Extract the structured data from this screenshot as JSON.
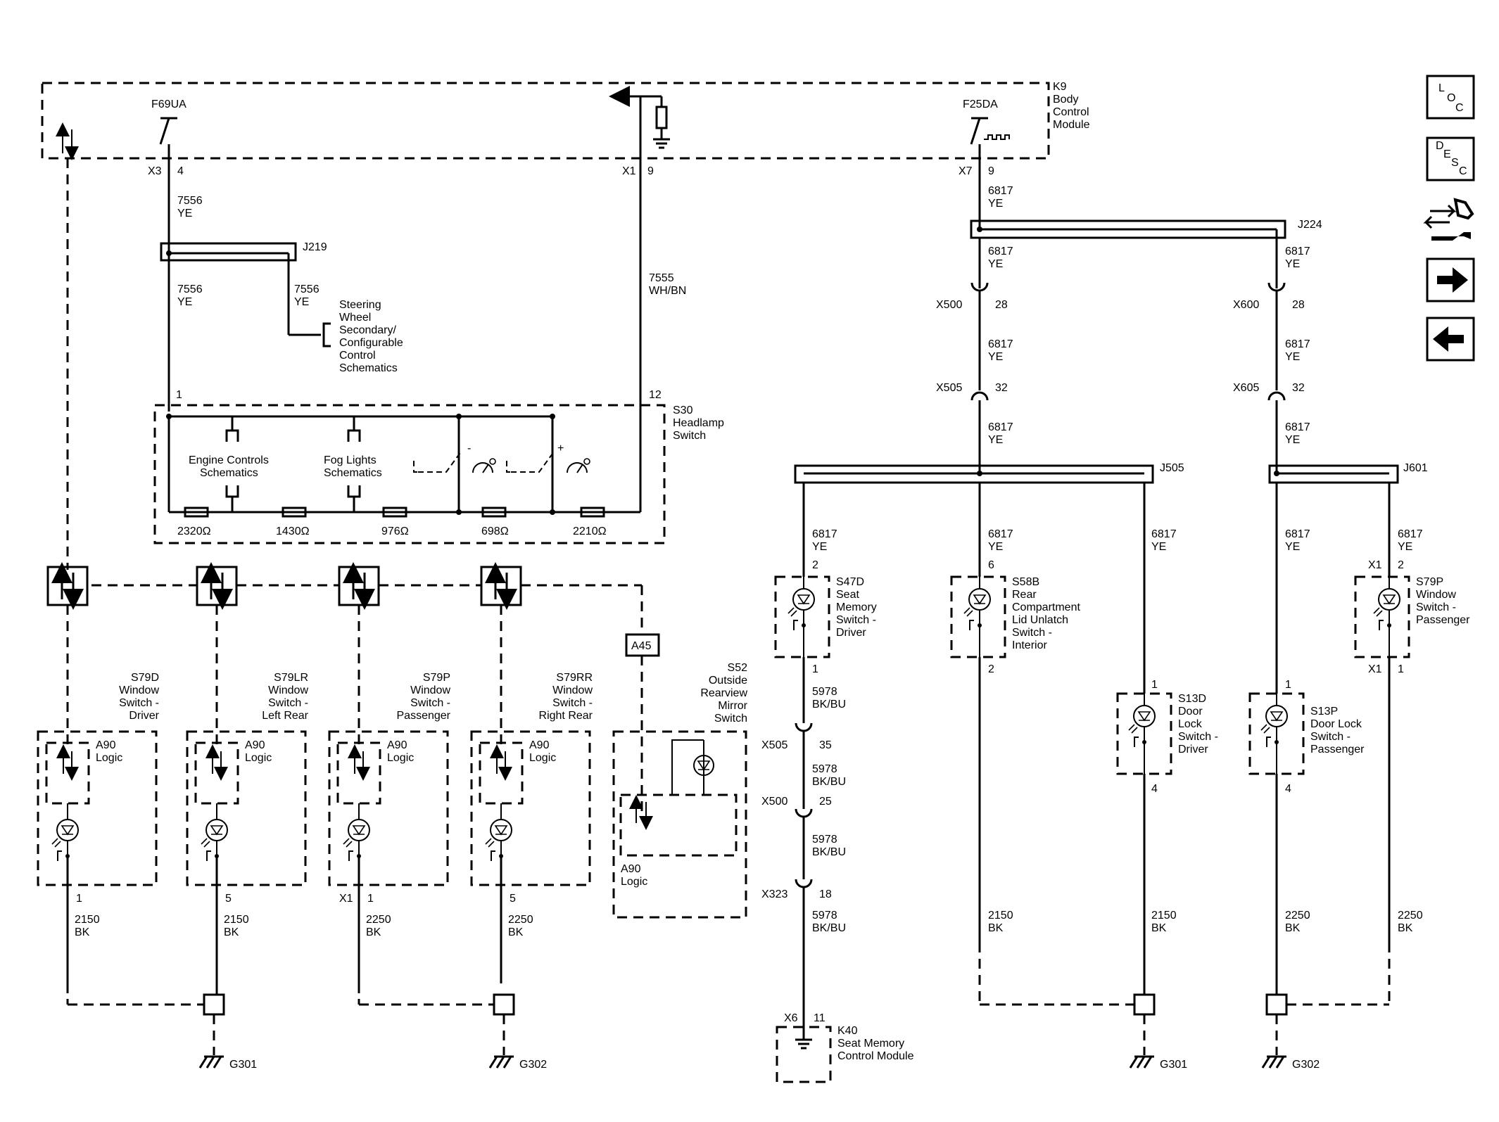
{
  "modules": {
    "k9": {
      "lines": [
        "K9",
        "Body",
        "Control",
        "Module"
      ],
      "pins": {
        "f69ua": "F69UA",
        "f25da": "F25DA",
        "x3": "X3",
        "x3_pin": "4",
        "x1": "X1",
        "x1_pin": "9",
        "x7": "X7",
        "x7_pin": "9"
      }
    },
    "s30": {
      "lines": [
        "S30",
        "Headlamp",
        "Switch"
      ],
      "pin1": "1",
      "pin12": "12",
      "engine": [
        "Engine Controls",
        "Schematics"
      ],
      "fog": [
        "Fog Lights",
        "Schematics"
      ],
      "minus": "-",
      "plus": "+",
      "resistors": [
        "2320Ω",
        "1430Ω",
        "976Ω",
        "698Ω",
        "2210Ω"
      ]
    },
    "steering": [
      "Steering",
      "Wheel",
      "Secondary/",
      "Configurable",
      "Control",
      "Schematics"
    ],
    "s52": {
      "lines": [
        "S52",
        "Outside",
        "Rearview",
        "Mirror",
        "Switch"
      ],
      "logic": [
        "A90",
        "Logic"
      ],
      "a45": "A45"
    },
    "k40": {
      "lines": [
        "K40",
        "Seat Memory",
        "Control Module"
      ],
      "conn": "X6",
      "pin": "11"
    }
  },
  "wires": {
    "w7556": [
      "7556",
      "YE"
    ],
    "w7555": [
      "7555",
      "WH/BN"
    ],
    "w6817": [
      "6817",
      "YE"
    ],
    "w5978": [
      "5978",
      "BK/BU"
    ],
    "w2150": [
      "2150",
      "BK"
    ],
    "w2250": [
      "2250",
      "BK"
    ]
  },
  "splices": {
    "j219": "J219",
    "j224": "J224",
    "j505": "J505",
    "j601": "J601"
  },
  "connectors": {
    "x500": "X500",
    "x500_pin": "28",
    "x600": "X600",
    "x600_pin": "28",
    "x505": "X505",
    "x505_pin": "32",
    "x605": "X605",
    "x605_pin": "32",
    "x505b": "X505",
    "x505b_pin": "35",
    "x500b": "X500",
    "x500b_pin": "25",
    "x323": "X323",
    "x323_pin": "18"
  },
  "window_switches": [
    {
      "lines": [
        "S79D",
        "Window",
        "Switch -",
        "Driver"
      ],
      "pin": "1",
      "conn": "",
      "logic": [
        "A90",
        "Logic"
      ]
    },
    {
      "lines": [
        "S79LR",
        "Window",
        "Switch -",
        "Left Rear"
      ],
      "pin": "5",
      "conn": "",
      "logic": [
        "A90",
        "Logic"
      ]
    },
    {
      "lines": [
        "S79P",
        "Window",
        "Switch -",
        "Passenger"
      ],
      "pin": "1",
      "conn": "X1",
      "logic": [
        "A90",
        "Logic"
      ]
    },
    {
      "lines": [
        "S79RR",
        "Window",
        "Switch -",
        "Right Rear"
      ],
      "pin": "5",
      "conn": "",
      "logic": [
        "A90",
        "Logic"
      ]
    }
  ],
  "right_switches": {
    "s47d": {
      "lines": [
        "S47D",
        "Seat",
        "Memory",
        "Switch -",
        "Driver"
      ],
      "pin_top": "2",
      "pin_bot": "1"
    },
    "s58b": {
      "lines": [
        "S58B",
        "Rear",
        "Compartment",
        "Lid Unlatch",
        "Switch -",
        "Interior"
      ],
      "pin_top": "6",
      "pin_bot": "2"
    },
    "s13d": {
      "lines": [
        "S13D",
        "Door",
        "Lock",
        "Switch -",
        "Driver"
      ],
      "pin_top": "1",
      "pin_bot": "4"
    },
    "s13p": {
      "lines": [
        "S13P",
        "Door Lock",
        "Switch -",
        "Passenger"
      ],
      "pin_top": "1",
      "pin_bot": "4"
    },
    "s79p": {
      "lines": [
        "S79P",
        "Window",
        "Switch -",
        "Passenger"
      ],
      "conn_top": "X1",
      "pin_top": "2",
      "conn_bot": "X1",
      "pin_bot": "1"
    }
  },
  "grounds": {
    "g301": "G301",
    "g302": "G302"
  },
  "nav": {
    "loc": [
      "L",
      "O",
      "C"
    ],
    "desc": [
      "D",
      "E",
      "S",
      "C"
    ],
    "icons": [
      "connector-repair-icon",
      "next-arrow-icon",
      "previous-arrow-icon"
    ]
  }
}
